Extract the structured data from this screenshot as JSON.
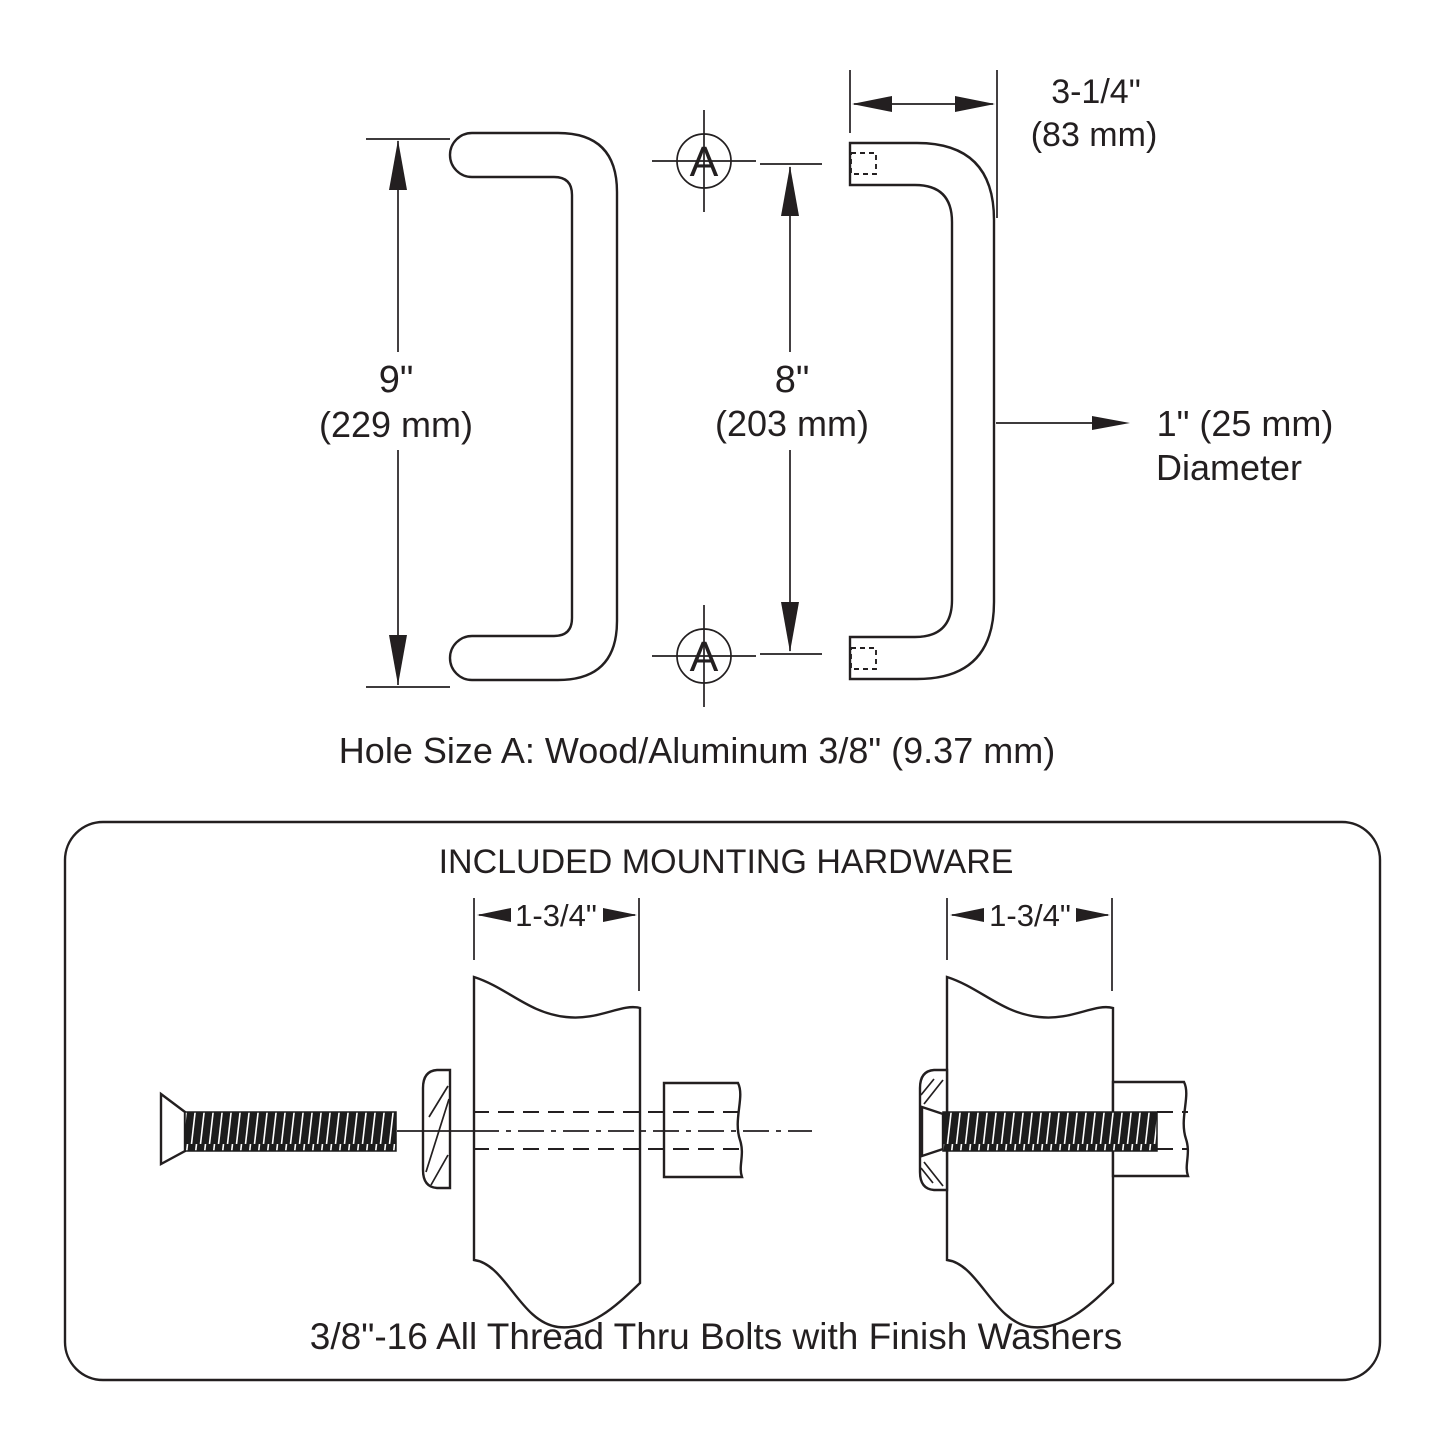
{
  "drawing": {
    "front_height": {
      "in": "9\"",
      "mm": "(229 mm)"
    },
    "center_height": {
      "in": "8\"",
      "mm": "(203 mm)"
    },
    "projection": {
      "in": "3-1/4\"",
      "mm": "(83 mm)"
    },
    "diameter": {
      "line1": "1\" (25 mm)",
      "line2": "Diameter"
    },
    "hole_marker": "A",
    "hole_note": "Hole Size A: Wood/Aluminum 3/8\" (9.37 mm)"
  },
  "hardware": {
    "title": "INCLUDED MOUNTING HARDWARE",
    "thickness_left": "1-3/4\"",
    "thickness_right": "1-3/4\"",
    "caption": "3/8\"-16 All Thread Thru Bolts with Finish Washers"
  },
  "colors": {
    "line": "#231f20",
    "background": "#ffffff"
  }
}
